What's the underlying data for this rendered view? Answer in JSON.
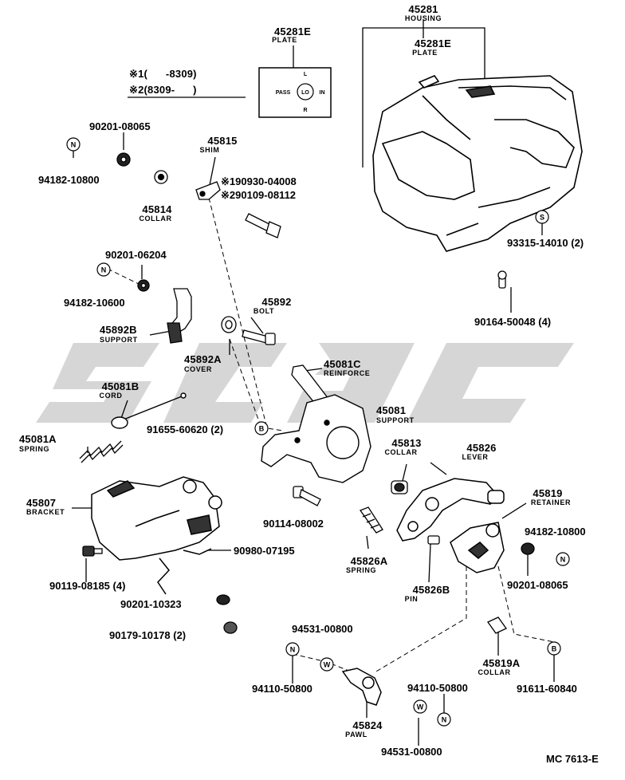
{
  "diagram_code": "MC 7613-E",
  "legend": {
    "line1": {
      "mark": "※1",
      "range": "(      -8309)"
    },
    "line2": {
      "mark": "※2",
      "range": "(8309-      )"
    }
  },
  "plate_markings": {
    "top": "L",
    "left": "PASS",
    "center": "LO",
    "right": "IN",
    "bottom": "R"
  },
  "symbols": {
    "n": "N",
    "s": "S",
    "b": "B",
    "w": "W"
  },
  "parts": {
    "p45281": {
      "number": "45281",
      "name": "HOUSING"
    },
    "p45281e_a": {
      "number": "45281E",
      "name": "PLATE"
    },
    "p45281e_b": {
      "number": "45281E",
      "name": "PLATE"
    },
    "p45815": {
      "number": "45815",
      "name": "SHIM"
    },
    "p45814": {
      "number": "45814",
      "name": "COLLAR"
    },
    "p45892": {
      "number": "45892",
      "name": "BOLT"
    },
    "p45892b": {
      "number": "45892B",
      "name": "SUPPORT"
    },
    "p45892a": {
      "number": "45892A",
      "name": "COVER"
    },
    "p45081c": {
      "number": "45081C",
      "name": "REINFORCE"
    },
    "p45081b": {
      "number": "45081B",
      "name": "CORD"
    },
    "p45081": {
      "number": "45081",
      "name": "SUPPORT"
    },
    "p45081a": {
      "number": "45081A",
      "name": "SPRING"
    },
    "p45813": {
      "number": "45813",
      "name": "COLLAR"
    },
    "p45826": {
      "number": "45826",
      "name": "LEVER"
    },
    "p45807": {
      "number": "45807",
      "name": "BRACKET"
    },
    "p45819": {
      "number": "45819",
      "name": "RETAINER"
    },
    "p45826a": {
      "number": "45826A",
      "name": "SPRING"
    },
    "p45826b": {
      "number": "45826B",
      "name": "PIN"
    },
    "p45819a": {
      "number": "45819A",
      "name": "COLLAR"
    },
    "p45824": {
      "number": "45824",
      "name": "PAWL"
    }
  },
  "fasteners": {
    "f90201_08065_a": "90201-08065",
    "f94182_10800_a": "94182-10800",
    "f1_90930_04008": "※190930-04008",
    "f2_90109_08112": "※290109-08112",
    "f93315_14010": "93315-14010 (2)",
    "f90201_06204": "90201-06204",
    "f94182_10600": "94182-10600",
    "f90164_50048": "90164-50048 (4)",
    "f91655_60620": "91655-60620 (2)",
    "f90114_08002": "90114-08002",
    "f90980_07195": "90980-07195",
    "f94182_10800_b": "94182-10800",
    "f90119_08185": "90119-08185 (4)",
    "f90201_08065_b": "90201-08065",
    "f90201_10323": "90201-10323",
    "f90179_10178": "90179-10178 (2)",
    "f94531_00800_a": "94531-00800",
    "f94110_50800_a": "94110-50800",
    "f94110_50800_b": "94110-50800",
    "f91611_60840": "91611-60840",
    "f94531_00800_b": "94531-00800"
  }
}
